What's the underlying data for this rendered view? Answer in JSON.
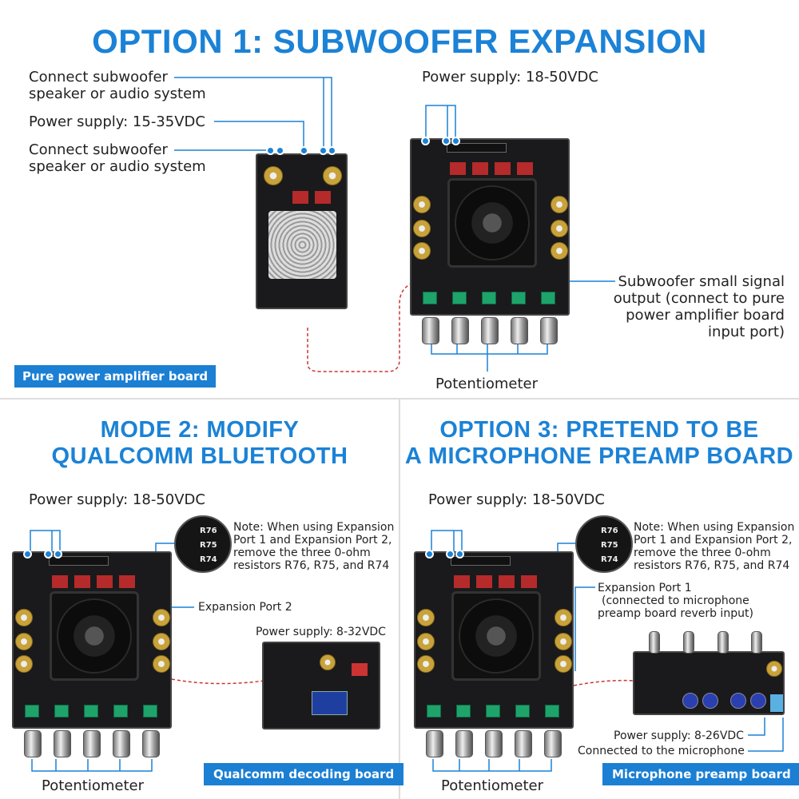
{
  "option1": {
    "title": "OPTION 1: SUBWOOFER EXPANSION",
    "left_labels": [
      "Connect subwoofer speaker or audio system",
      "Power supply: 15-35VDC",
      "Connect subwoofer speaker or audio system"
    ],
    "power_main": "Power supply: 18-50VDC",
    "sub_output": [
      "Subwoofer small signal",
      "output (connect to pure",
      "power amplifier board",
      "input port)"
    ],
    "potentiometer": "Potentiometer",
    "tag": "Pure power amplifier board"
  },
  "mode2": {
    "title": [
      "MODE 2: MODIFY",
      "QUALCOMM BLUETOOTH"
    ],
    "power_main": "Power supply: 18-50VDC",
    "note": [
      "Note: When using Expansion",
      "Port 1 and Expansion Port 2,",
      "remove the three 0-ohm",
      "resistors R76, R75, and R74"
    ],
    "expansion": "Expansion Port 2",
    "power_sub": "Power supply: 8-32VDC",
    "potentiometer": "Potentiometer",
    "tag": "Qualcomm decoding board"
  },
  "option3": {
    "title": [
      "OPTION 3: PRETEND TO BE",
      "A MICROPHONE PREAMP BOARD"
    ],
    "power_main": "Power supply: 18-50VDC",
    "note": [
      "Note: When using Expansion",
      "Port 1 and Expansion Port 2,",
      "remove the three 0-ohm",
      "resistors R76, R75, and R74"
    ],
    "expansion": [
      "Expansion Port 1",
      "(connected to microphone",
      "preamp board reverb input)"
    ],
    "power_sub": "Power supply: 8-26VDC",
    "mic": "Connected to the microphone",
    "potentiometer": "Potentiometer",
    "tag": "Microphone preamp board"
  },
  "resistors": [
    "R76",
    "R75",
    "R74"
  ],
  "colors": {
    "accent": "#1b82d6",
    "board": "#1a1a1c"
  }
}
